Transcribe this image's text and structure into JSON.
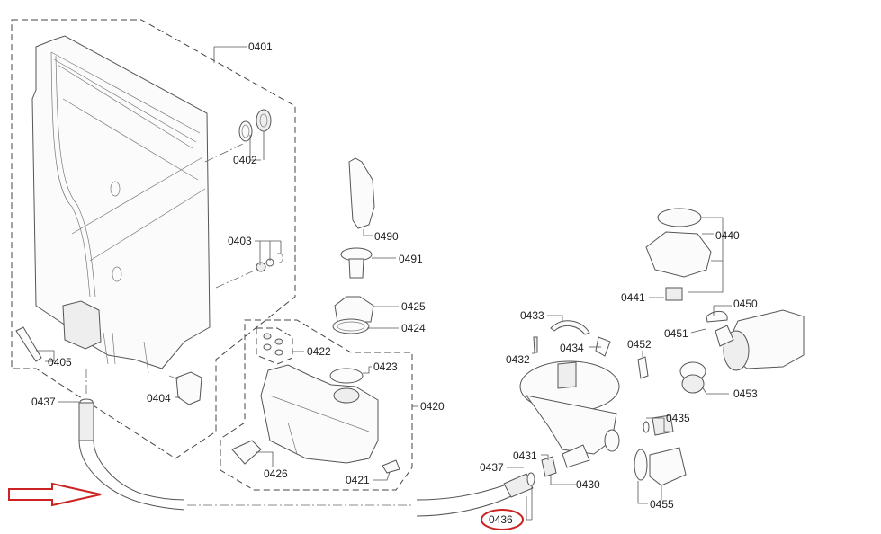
{
  "diagram": {
    "type": "exploded parts diagram",
    "subject": "dishwasher door, water softener, sump and pump assembly",
    "annotation_color": "#cc2222",
    "highlighted_part": "0436",
    "arrow_direction": "right",
    "arrow_points_to": "0436 drain hose"
  },
  "labels": {
    "p0401": "0401",
    "p0402": "0402",
    "p0403": "0403",
    "p0404": "0404",
    "p0405": "0405",
    "p0437a": "0437",
    "p0490": "0490",
    "p0491": "0491",
    "p0425": "0425",
    "p0424": "0424",
    "p0422": "0422",
    "p0423": "0423",
    "p0420": "0420",
    "p0426": "0426",
    "p0421": "0421",
    "p0433": "0433",
    "p0432": "0432",
    "p0434": "0434",
    "p0452": "0452",
    "p0431": "0431",
    "p0437b": "0437",
    "p0430": "0430",
    "p0436": "0436",
    "p0440": "0440",
    "p0441": "0441",
    "p0450": "0450",
    "p0451": "0451",
    "p0453": "0453",
    "p0435": "0435",
    "p0455": "0455"
  }
}
